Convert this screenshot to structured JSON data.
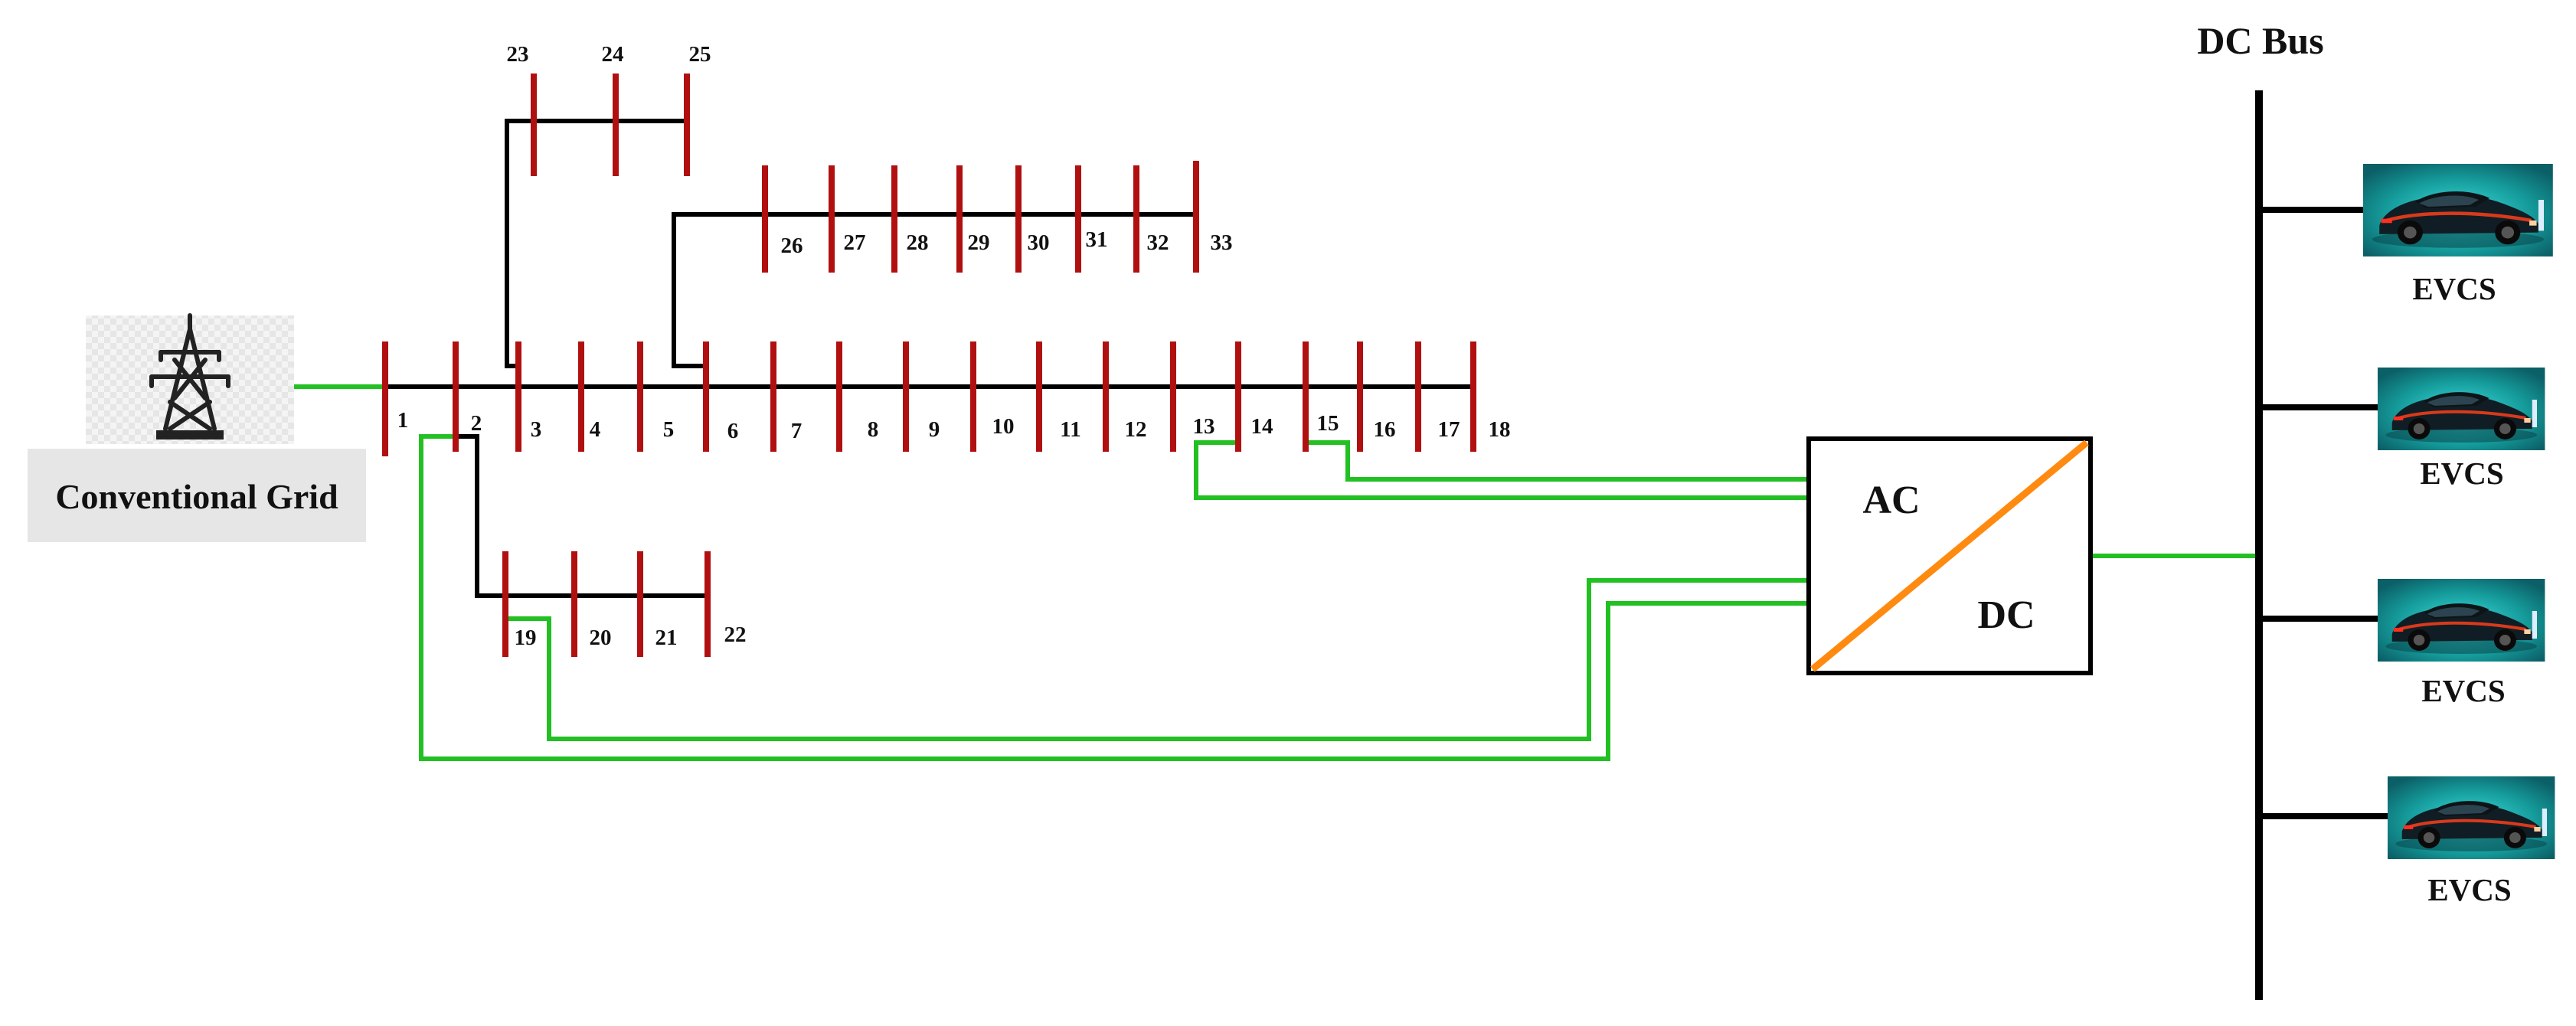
{
  "grid": {
    "label": "Conventional Grid",
    "icon": "transmission-tower-icon"
  },
  "dc_bus": {
    "label": "DC Bus"
  },
  "converter": {
    "ac_label": "AC",
    "dc_label": "DC"
  },
  "evcs": [
    {
      "label": "EVCS",
      "icon": "electric-car-icon"
    },
    {
      "label": "EVCS",
      "icon": "electric-car-icon"
    },
    {
      "label": "EVCS",
      "icon": "electric-car-icon"
    },
    {
      "label": "EVCS",
      "icon": "electric-car-icon"
    }
  ],
  "buses": [
    "1",
    "2",
    "3",
    "4",
    "5",
    "6",
    "7",
    "8",
    "9",
    "10",
    "11",
    "12",
    "13",
    "14",
    "15",
    "16",
    "17",
    "18",
    "19",
    "20",
    "21",
    "22",
    "23",
    "24",
    "25",
    "26",
    "27",
    "28",
    "29",
    "30",
    "31",
    "32",
    "33"
  ],
  "colors": {
    "bus_bar": "#b01010",
    "line": "#000000",
    "link": "#22c022",
    "converter_diag": "#ff8a10",
    "car_bg": "#1aa6a6"
  }
}
